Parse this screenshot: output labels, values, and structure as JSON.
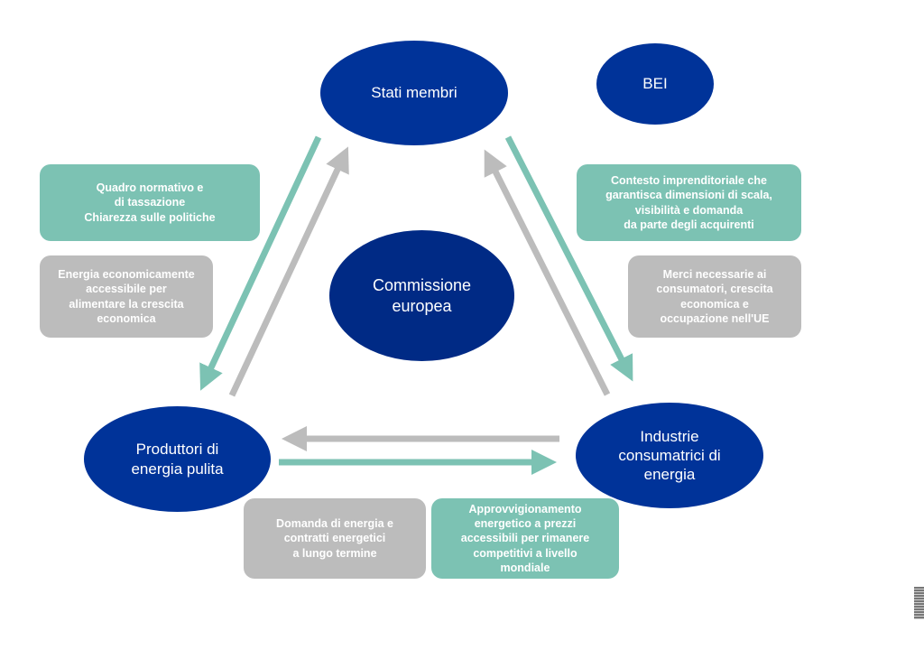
{
  "nodes": {
    "stati_membri": "Stati membri",
    "bei": "BEI",
    "commissione": "Commissione\neuropea",
    "produttori": "Produttori di\nenergia pulita",
    "industrie": "Industrie\nconsumatrici di\nenergia"
  },
  "boxes": {
    "quadro": "Quadro normativo e\ndi tassazione\nChiarezza sulle politiche",
    "energia": "Energia economicamente\naccessibile per\nalimentare la crescita\neconomica",
    "contesto": "Contesto imprenditoriale che\ngarantisca dimensioni di scala,\nvisibilità e domanda\nda parte degli acquirenti",
    "merci": "Merci necessarie ai\nconsumatori, crescita\neconomica e\noccupazione nell'UE",
    "domanda": "Domanda di energia e\ncontratti energetici\na lungo termine",
    "approvvigionamento": "Approvvigionamento\nenergetico a prezzi\naccessibili per rimanere\ncompetitivi a livello\nmondiale"
  },
  "colors": {
    "node_blue": "#003399",
    "node_navy": "#002a85",
    "teal": "#7cc2b3",
    "grey": "#bcbcbc"
  }
}
